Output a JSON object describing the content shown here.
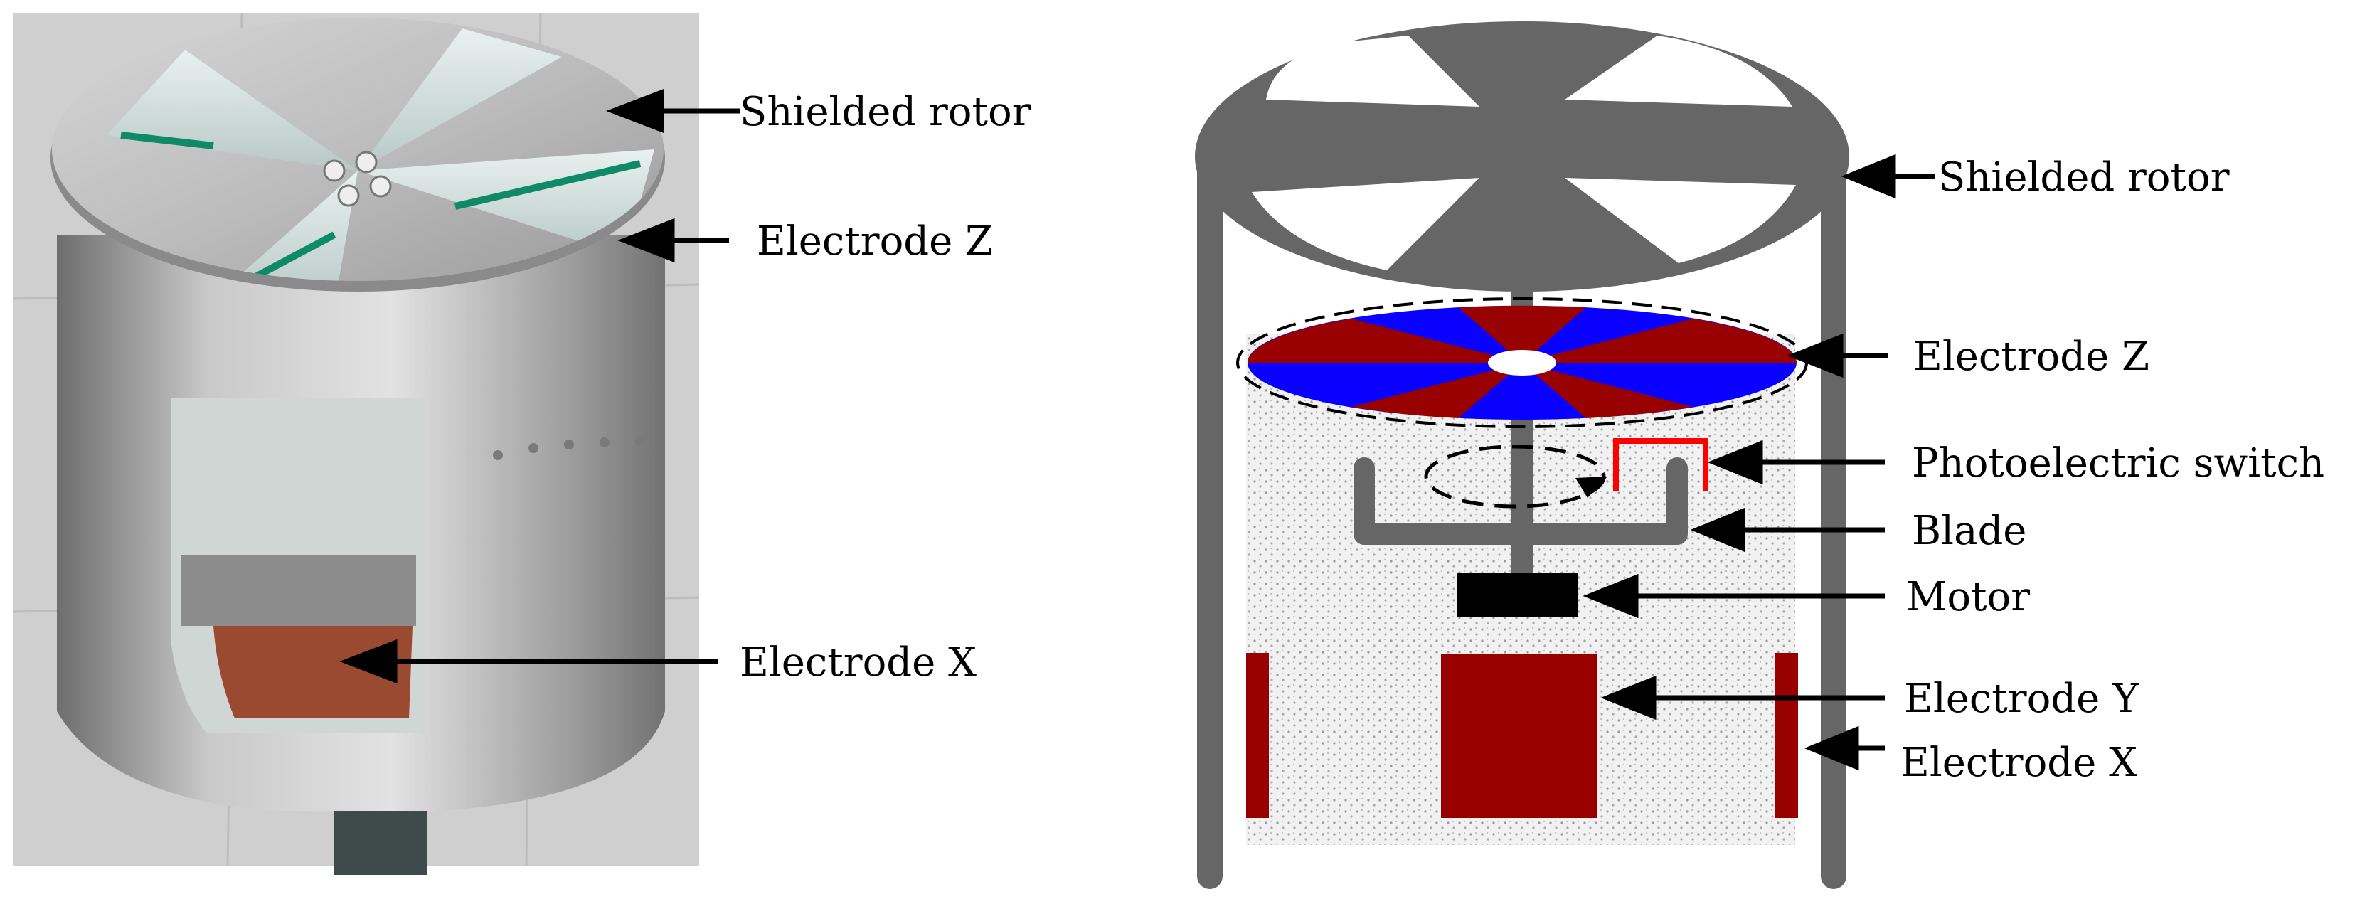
{
  "photo_labels": {
    "shielded_rotor": "Shielded rotor",
    "electrode_z": "Electrode Z",
    "electrode_x": "Electrode X"
  },
  "diagram_labels": {
    "shielded_rotor": "Shielded rotor",
    "electrode_z": "Electrode Z",
    "photoelectric_switch": "Photoelectric switch",
    "blade": "Blade",
    "motor": "Motor",
    "electrode_y": "Electrode Y",
    "electrode_x": "Electrode X"
  },
  "colors": {
    "frame": "#666666",
    "electrode_red": "#990000",
    "electrode_blue": "#0a00ff",
    "switch_red": "#ff0000",
    "motor": "#000000",
    "shell_metal": "#a9a9a9",
    "ground_tile": "#d3d3d3"
  }
}
